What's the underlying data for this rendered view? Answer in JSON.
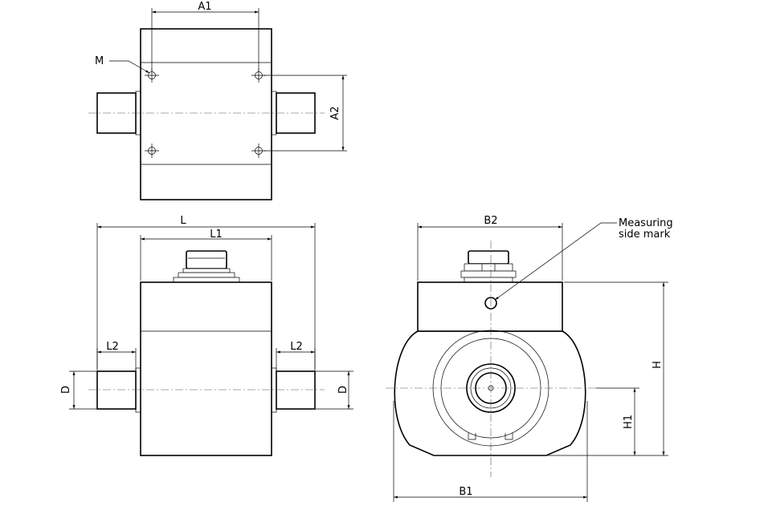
{
  "labels": {
    "a1": "A1",
    "a2": "A2",
    "m": "M",
    "l": "L",
    "l1": "L1",
    "l2_left": "L2",
    "l2_right": "L2",
    "d_left": "D",
    "d_right": "D",
    "b2": "B2",
    "b1": "B1",
    "h": "H",
    "h1": "H1",
    "measuring_line1": "Measuring",
    "measuring_line2": "side mark"
  },
  "colors": {
    "line": "#000000",
    "background": "#ffffff"
  }
}
